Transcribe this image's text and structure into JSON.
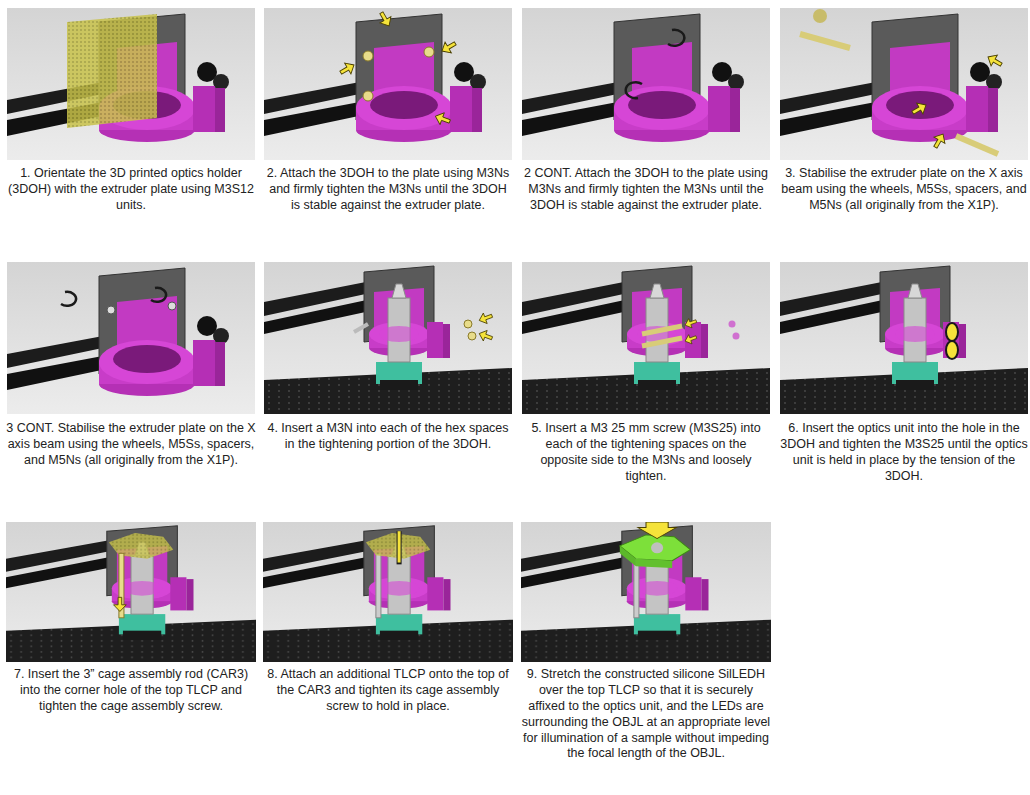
{
  "diagram": {
    "labels": [
      "1. Orientate the 3D printed optics holder (3DOH) with the extruder plate using M3S12 units.",
      "2. Attach the 3DOH to the plate using M3Ns and firmly tighten the M3Ns until the 3DOH is stable against the extruder plate.",
      "2 CONT. Attach the 3DOH to the plate using M3Ns and firmly tighten the M3Ns until the 3DOH is stable against the extruder plate.",
      "3. Stabilise the extruder plate on the X axis beam using the wheels, M5Ss, spacers, and M5Ns (all originally from the X1P).",
      "3 CONT. Stabilise the extruder plate on the X axis beam using the wheels, M5Ss, spacers, and M5Ns (all originally from the X1P).",
      "4. Insert a M3N into each of the hex spaces in the tightening portion of the 3DOH.",
      "5. Insert a M3 25 mm screw (M3S25) into each of the tightening spaces on the opposite side to the M3Ns and loosely tighten.",
      "6. Insert the optics unit into the hole in the 3DOH and tighten the M3S25 until the optics unit is held in place by the tension of the 3DOH.",
      "7. Insert the 3” cage assembly rod (CAR3) into the corner hole of the top TLCP and tighten the cage assembly screw.",
      "8. Attach an additional TLCP onto the top of the CAR3 and tighten its cage assembly screw to hold in place.",
      "9. Stretch the constructed silicone SilLEDH over the top TLCP so that it is securely affixed to the optics unit, and the LEDs are surrounding the OBJL at an appropriate level for illumination of a sample without impeding the focal length of the OBJL."
    ]
  }
}
